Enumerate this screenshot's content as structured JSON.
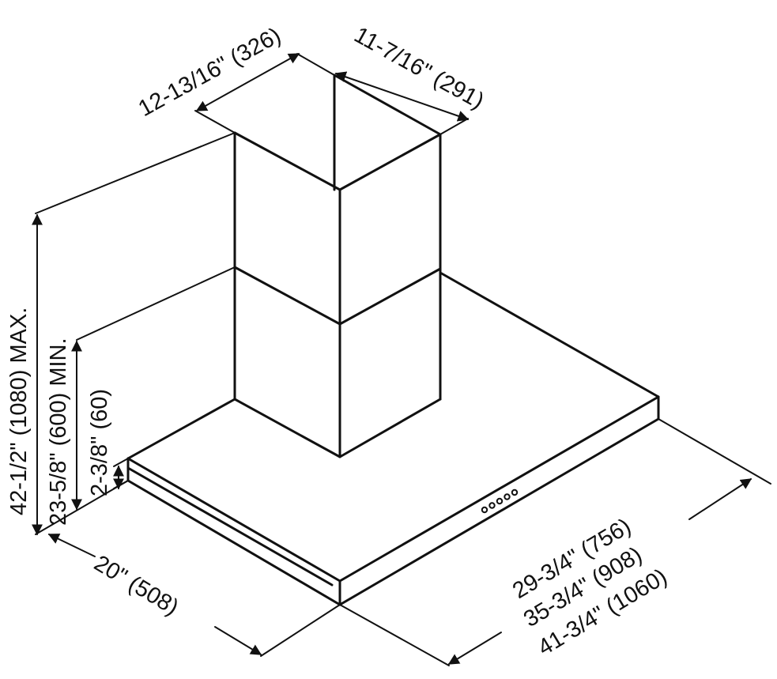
{
  "colors": {
    "line": "#111111",
    "background": "#ffffff"
  },
  "dimensions": {
    "chimney_width": "12-13/16\" (326)",
    "chimney_depth": "11-7/16\" (291)",
    "height_max": "42-1/2\" (1080) MAX.",
    "height_min": "23-5/8\" (600) MIN.",
    "canopy_thickness": "2-3/8\" (60)",
    "canopy_depth": "20\" (508)",
    "width_1": "29-3/4\" (756)",
    "width_2": "35-3/4\" (908)",
    "width_3": "41-3/4\" (1060)"
  },
  "control_panel": {
    "button_count": 5
  }
}
